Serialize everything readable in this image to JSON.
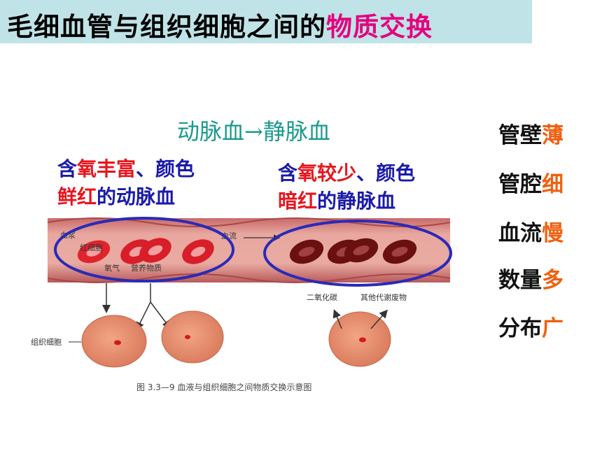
{
  "title": {
    "main": "毛细血管与组织细胞之间的",
    "highlight": "物质交换"
  },
  "flow_label": "动脉血→静脉血",
  "arterial_desc": {
    "line1_a": "含",
    "line1_b": "氧丰富",
    "line1_c": "、颜色",
    "line2_a": "鲜红",
    "line2_b": "的动脉血"
  },
  "venous_desc": {
    "line1_a": "含",
    "line1_b": "氧较少",
    "line1_c": "、颜色",
    "line2_a": "暗红",
    "line2_b": "的静脉血"
  },
  "features": [
    {
      "prefix": "管壁",
      "accent": "薄"
    },
    {
      "prefix": "管腔",
      "accent": "细"
    },
    {
      "prefix": "血流",
      "accent": "慢"
    },
    {
      "prefix": "数量",
      "accent": "多"
    },
    {
      "prefix": "分布",
      "accent": "广"
    }
  ],
  "figure": {
    "label_plasma": "血浆",
    "label_rbc": "红细胞",
    "label_oxygen": "氧气",
    "label_nutrients": "营养物质",
    "label_flow": "血流",
    "label_co2": "二氧化碳",
    "label_waste": "其他代谢废物",
    "label_tissue": "组织细胞",
    "caption": "图 3.3—9    血液与组织细胞之间物质交换示意图"
  },
  "colors": {
    "title_bg": "#bfe3e6",
    "highlight": "#e4007f",
    "flow": "#1a9a8c",
    "blue_text": "#1a1aa8",
    "red_text": "#e8141e",
    "accent": "#f06010",
    "ellipse": "#2a2ab8"
  }
}
